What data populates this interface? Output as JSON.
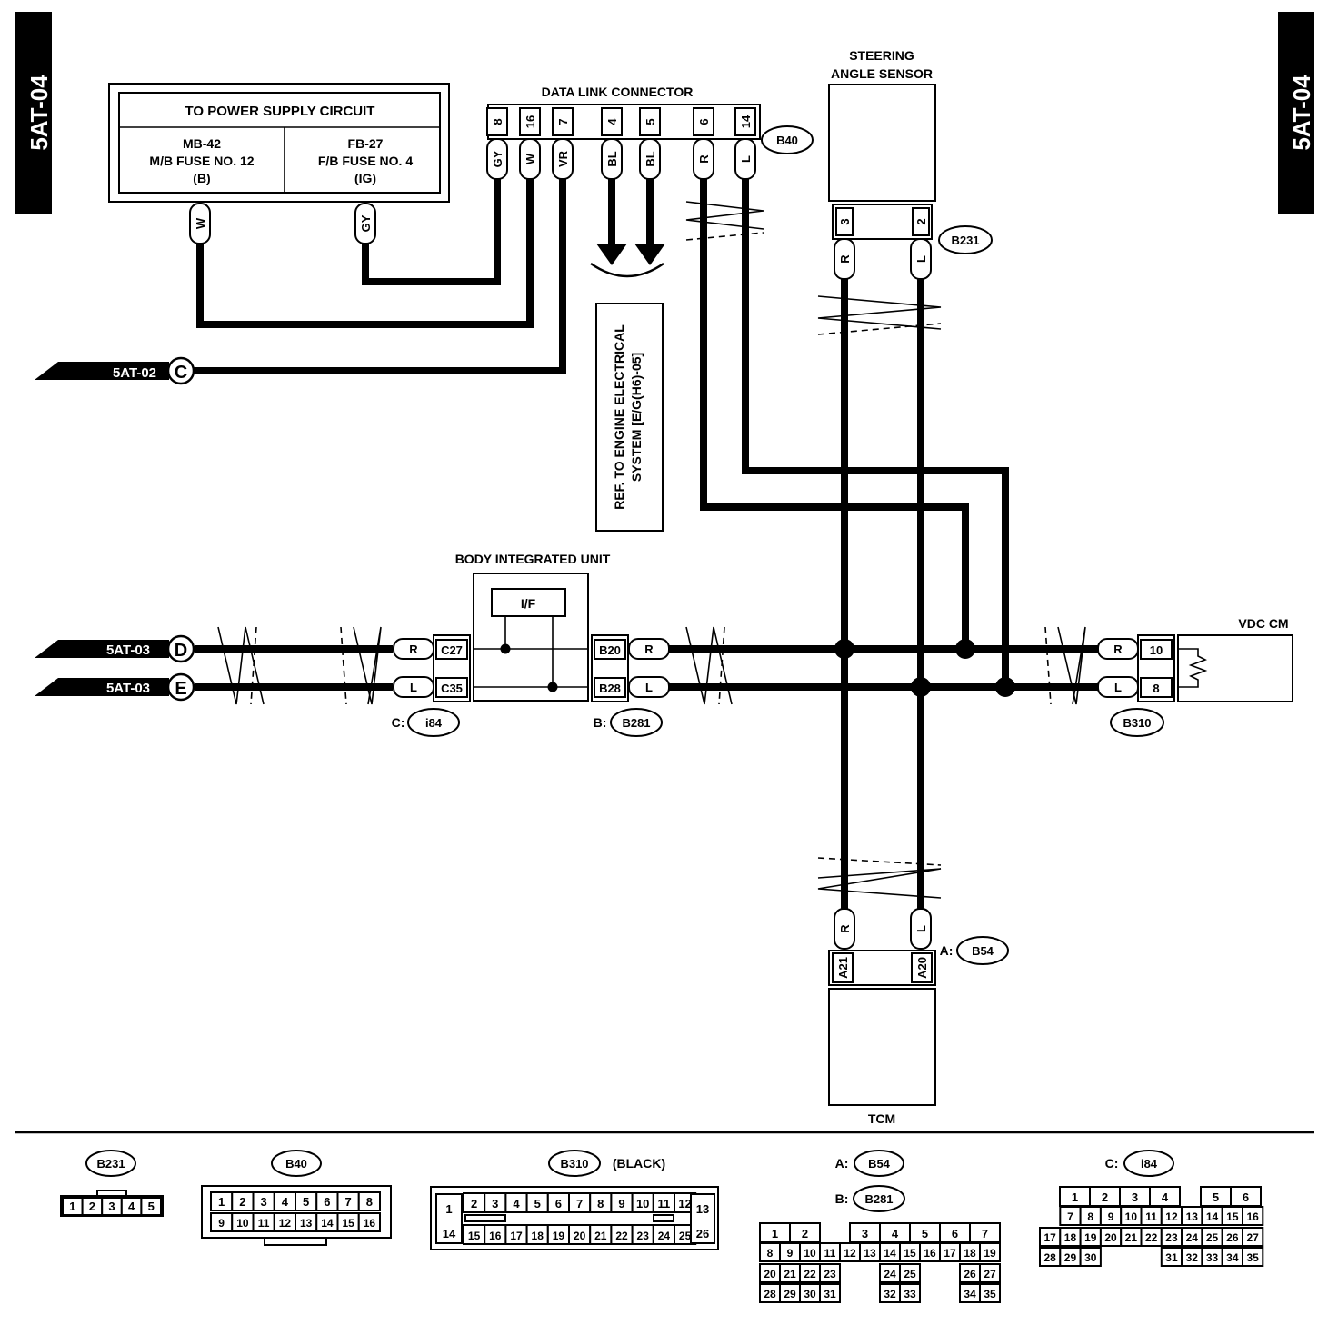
{
  "page_tab": "5AT-04",
  "power_box": {
    "title": "TO POWER SUPPLY CIRCUIT",
    "left": [
      "MB-42",
      "M/B FUSE NO. 12",
      "(B)"
    ],
    "right": [
      "FB-27",
      "F/B FUSE NO. 4",
      "(IG)"
    ],
    "wire_left": "W",
    "wire_right": "GY"
  },
  "dlc": {
    "title": "DATA LINK CONNECTOR",
    "pins": [
      "8",
      "16",
      "7",
      "4",
      "5",
      "6",
      "14"
    ],
    "wires": [
      "GY",
      "W",
      "VR",
      "BL",
      "BL",
      "R",
      "L"
    ],
    "connector": "B40"
  },
  "ref_note": [
    "REF. TO ENGINE ELECTRICAL",
    "SYSTEM [E/G(H6)-05]"
  ],
  "sas": {
    "title": [
      "STEERING",
      "ANGLE SENSOR"
    ],
    "pins": [
      "3",
      "2"
    ],
    "wires": [
      "R",
      "L"
    ],
    "connector": "B231"
  },
  "links": {
    "c": {
      "ref": "5AT-02",
      "letter": "C"
    },
    "d": {
      "ref": "5AT-03",
      "letter": "D"
    },
    "e": {
      "ref": "5AT-03",
      "letter": "E"
    }
  },
  "biu": {
    "title": "BODY INTEGRATED UNIT",
    "if_label": "I/F",
    "left_pins": [
      "C27",
      "C35"
    ],
    "right_pins": [
      "B20",
      "B28"
    ],
    "left_wires": [
      "R",
      "L"
    ],
    "right_wires": [
      "R",
      "L"
    ],
    "conn_c_prefix": "C:",
    "conn_c": "i84",
    "conn_b_prefix": "B:",
    "conn_b": "B281"
  },
  "vdc": {
    "title": "VDC CM",
    "pins": [
      "10",
      "8"
    ],
    "wires": [
      "R",
      "L"
    ],
    "connector": "B310"
  },
  "tcm": {
    "title": "TCM",
    "pins": [
      "A21",
      "A20"
    ],
    "wires": [
      "R",
      "L"
    ],
    "prefix": "A:",
    "connector": "B54"
  },
  "bottom": {
    "b231": {
      "label": "B231",
      "pins": [
        "1",
        "2",
        "3",
        "4",
        "5"
      ]
    },
    "b40": {
      "label": "B40",
      "row1": [
        "1",
        "2",
        "3",
        "4",
        "5",
        "6",
        "7",
        "8"
      ],
      "row2": [
        "9",
        "10",
        "11",
        "12",
        "13",
        "14",
        "15",
        "16"
      ]
    },
    "b310": {
      "label": "B310",
      "suffix": "(BLACK)",
      "left": [
        "1",
        "14"
      ],
      "row1": [
        "2",
        "3",
        "4",
        "5",
        "6",
        "7",
        "8",
        "9",
        "10",
        "11",
        "12"
      ],
      "row2": [
        "15",
        "16",
        "17",
        "18",
        "19",
        "20",
        "21",
        "22",
        "23",
        "24",
        "25"
      ],
      "right": [
        "13",
        "26"
      ]
    },
    "b54": {
      "prefix_a": "A:",
      "label_a": "B54",
      "prefix_b": "B:",
      "label_b": "B281",
      "row1": [
        "1",
        "2",
        "",
        "",
        "3",
        "4",
        "5",
        "6",
        "7"
      ],
      "row2": [
        "8",
        "9",
        "10",
        "11",
        "12",
        "13",
        "14",
        "15",
        "16",
        "17",
        "18",
        "19"
      ],
      "row3": [
        "20",
        "21",
        "22",
        "23",
        "",
        "",
        "24",
        "25",
        "",
        "",
        "26",
        "27"
      ],
      "row4": [
        "28",
        "29",
        "30",
        "31",
        "",
        "",
        "32",
        "33",
        "",
        "",
        "34",
        "35"
      ]
    },
    "i84": {
      "prefix": "C:",
      "label": "i84",
      "row1": [
        "",
        "1",
        "2",
        "3",
        "4",
        "",
        "5",
        "6"
      ],
      "row2": [
        "",
        "7",
        "8",
        "9",
        "10",
        "11",
        "12",
        "13",
        "14",
        "15",
        "16"
      ],
      "row3": [
        "17",
        "18",
        "19",
        "20",
        "21",
        "22",
        "23",
        "24",
        "25",
        "26",
        "27"
      ],
      "row4": [
        "28",
        "29",
        "30",
        "",
        "",
        "",
        "31",
        "32",
        "33",
        "34",
        "35"
      ]
    }
  }
}
